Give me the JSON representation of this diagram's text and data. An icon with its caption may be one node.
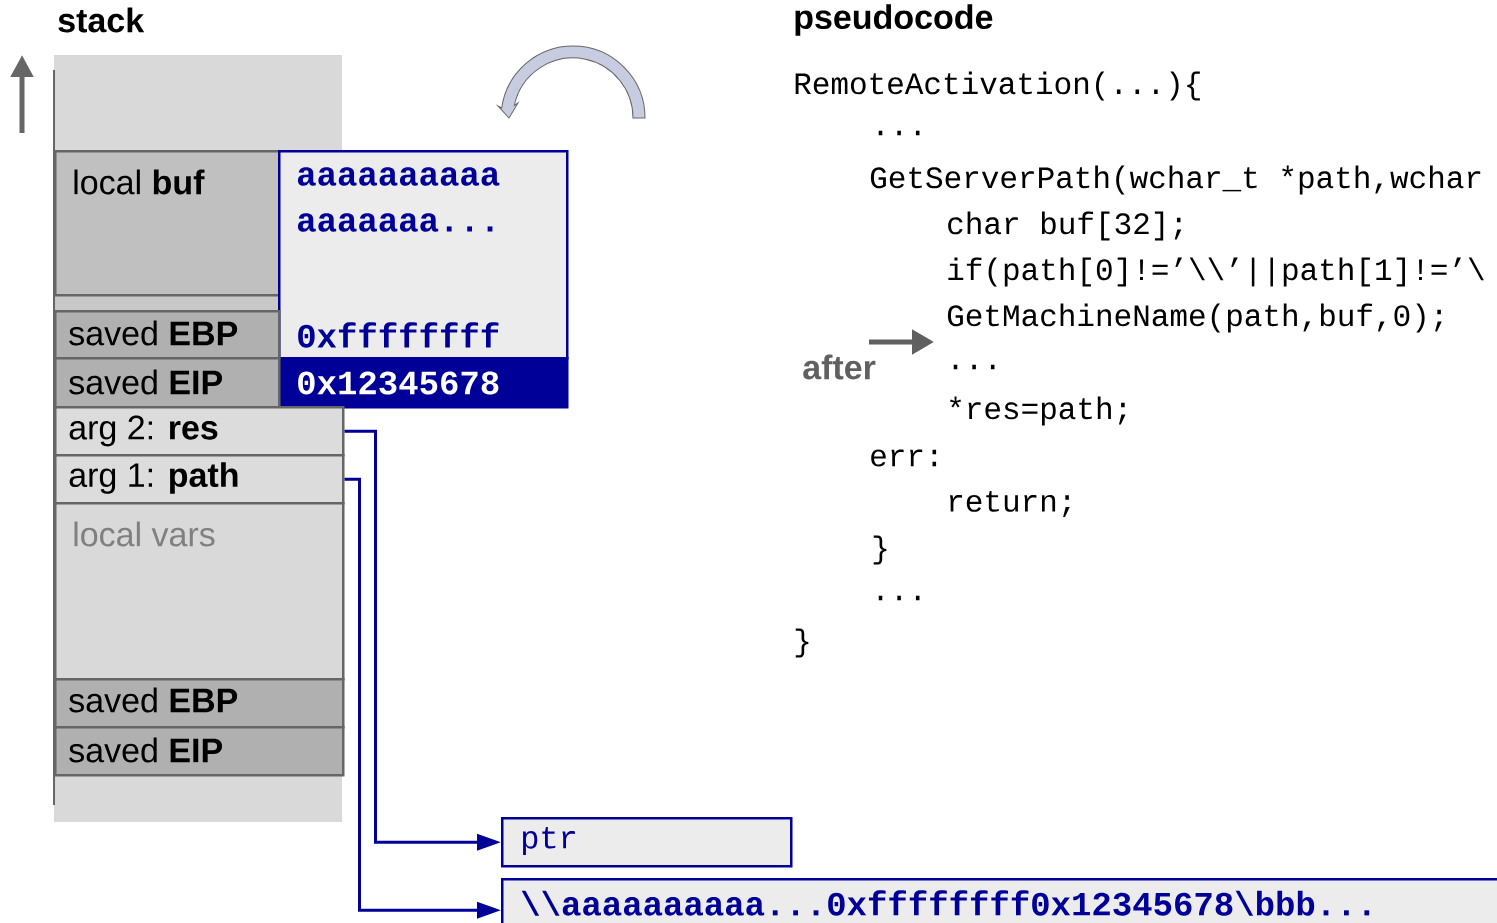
{
  "diagram": {
    "nodes": [
      {
        "text": [
          "local **buf**"
        ]
      },
      {
        "text": [
          "aaaaaaaaaa aaaaaaa...",
          "0xffffffff"
        ]
      },
      {
        "text": [
          "0x12345678"
        ]
      },
      {
        "text": [
          "saved **EBP**"
        ]
      },
      {
        "text": [
          "saved **EIP**"
        ]
      },
      {
        "text": [
          "arg 2: **res**"
        ]
      },
      {
        "text": [
          "arg 1: **path**"
        ]
      },
      {
        "text": [
          "local vars"
        ]
      },
      {
        "text": [
          "saved **EBP**"
        ]
      },
      {
        "text": [
          "saved **EIP**"
        ]
      },
      {
        "text": [
          "ptr"
        ]
      },
      {
        "text": [
          "\\\\aaaaaaaaaa...0xffffffff0x12345678\\bbb..."
        ]
      }
    ],
    "edges": [
      {
        "from": 5,
        "to": 10,
        "arrow": "to"
      },
      {
        "from": 6,
        "to": 11,
        "arrow": "to"
      }
    ],
    "labels": [
      "stack",
      "pseudocode",
      "RemoteActivation(...){",
      "...",
      "GetServerPath(wchar_t *path,wchar",
      "char buf[32];",
      "if(path[0]!=’\\\\’||path[1]!=’\\",
      "GetMachineName(path,buf,0);",
      "...",
      "*res=path;",
      "err:",
      "return;",
      "}",
      "...",
      "}",
      "after"
    ]
  }
}
